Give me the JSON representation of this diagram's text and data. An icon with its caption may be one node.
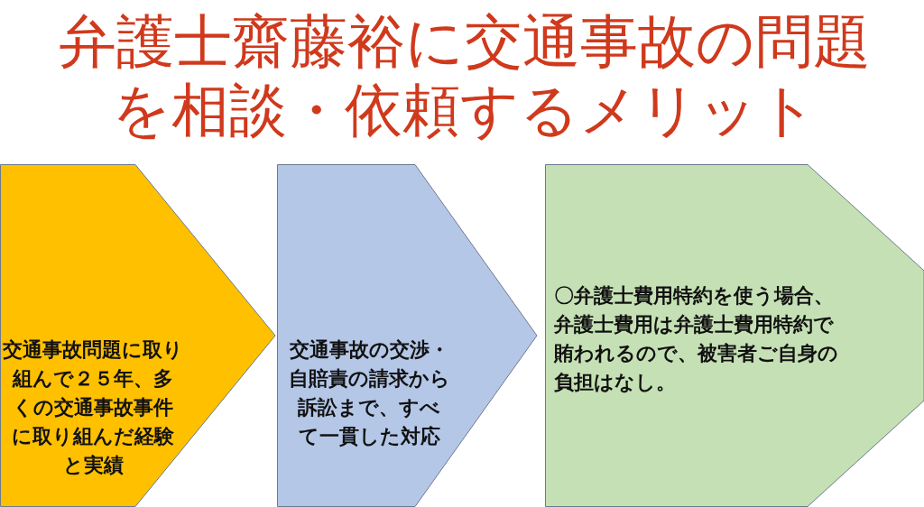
{
  "diagram": {
    "title": "弁護士齋藤裕に交通事故の問題を相談・依頼するメリット",
    "nodes": [
      {
        "text": [
          "交通事故問題に取り組んで２５年、多くの交通事故事件に取り組んだ経験と実績"
        ]
      },
      {
        "text": [
          "交通事故の交渉・自賠責の請求から訴訟まで、すべて一貫した対応"
        ]
      },
      {
        "text": [
          "〇弁護士費用特約を使う場合、弁護士費用は弁護士費用特約で賄われるので、被害者ご自身の負担はなし。"
        ]
      }
    ],
    "edges": []
  }
}
